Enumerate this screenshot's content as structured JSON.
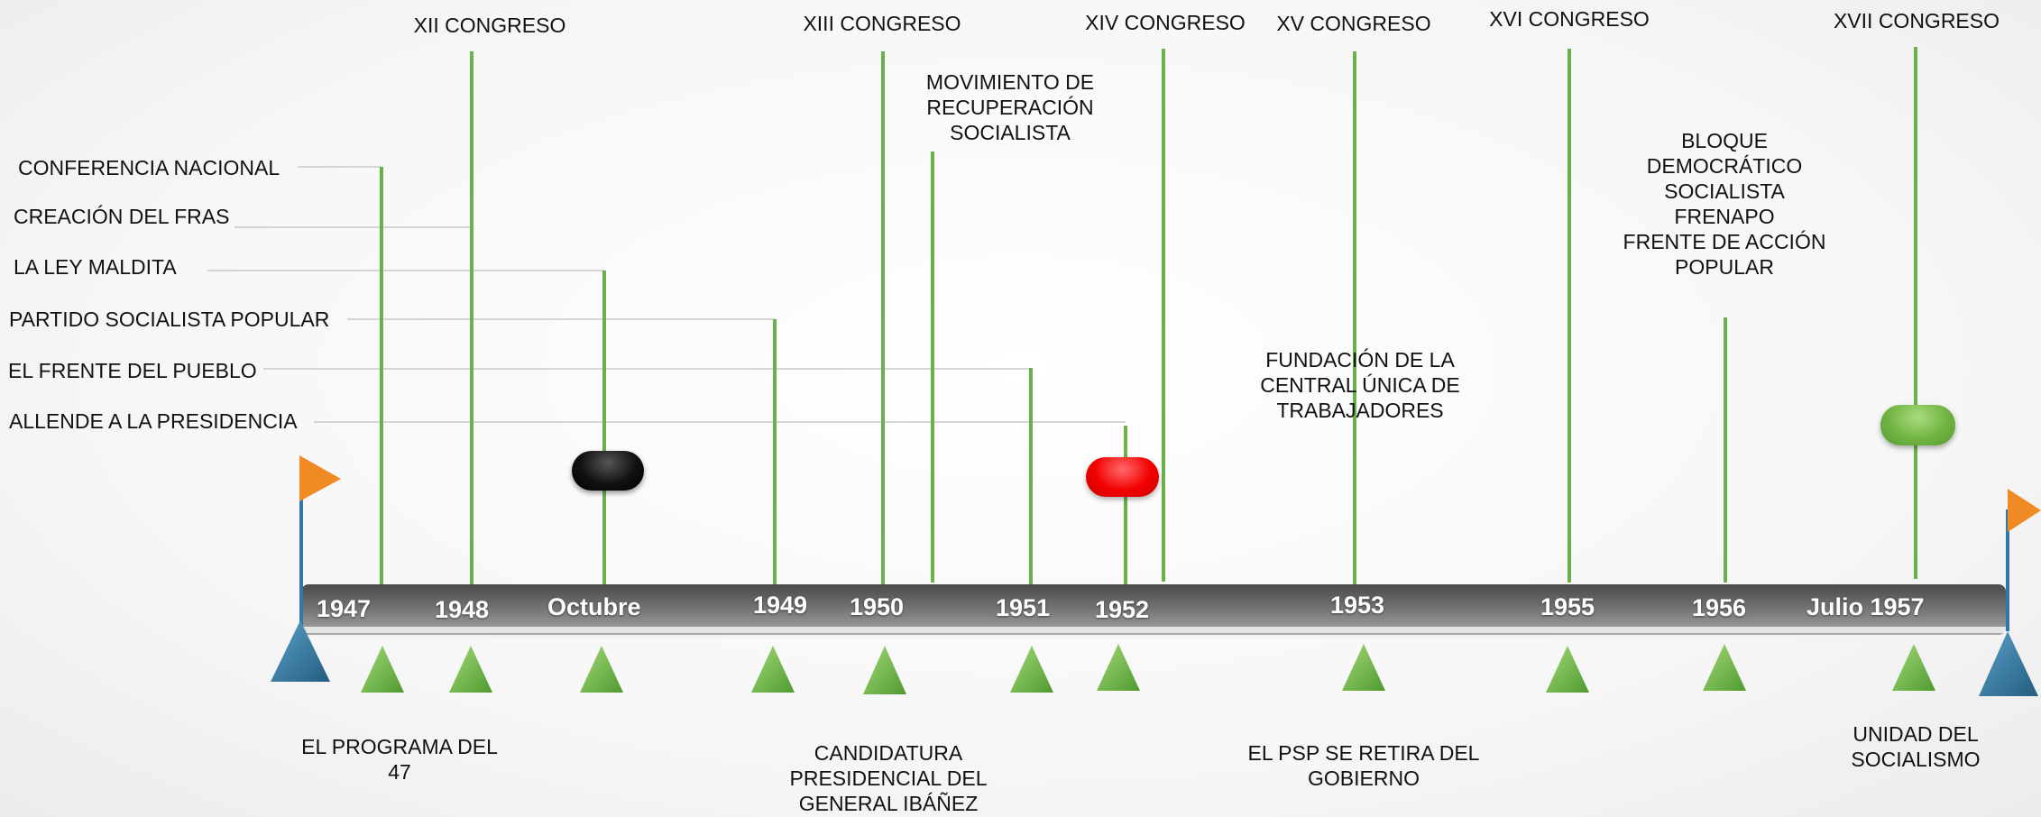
{
  "colors": {
    "stem": "#6ab04c",
    "bar_dark": "#5a5a5a",
    "bar_light": "#9a9a9a",
    "flag_orange": "#f08a24",
    "flag_pole": "#2f78a8",
    "triangle_blue": "#2e6f96",
    "triangle_green": "#6db84a"
  },
  "years": {
    "y1947": "1947",
    "y1948": "1948",
    "octubre": "Octubre",
    "y1949": "1949",
    "y1950": "1950",
    "y1951": "1951",
    "y1952": "1952",
    "y1953": "1953",
    "y1955": "1955",
    "y1956": "1956",
    "julio1957": "Julio 1957"
  },
  "left_events": {
    "conferencia": "CONFERENCIA NACIONAL",
    "fras": "CREACIÓN DEL FRAS",
    "ley": "LA LEY MALDITA",
    "psp": "PARTIDO SOCIALISTA POPULAR",
    "frente": "EL FRENTE DEL PUEBLO",
    "allende": "ALLENDE A LA PRESIDENCIA"
  },
  "top_events": {
    "xii": "XII CONGRESO",
    "xiii": "XIII CONGRESO",
    "xiv": "XIV CONGRESO",
    "xv": "XV CONGRESO",
    "xvi": "XVI CONGRESO",
    "xvii": "XVII CONGRESO",
    "movimiento": "MOVIMIENTO DE\nRECUPERACIÓN\nSOCIALISTA",
    "fundacion": "FUNDACIÓN DE LA\nCENTRAL ÚNICA DE\nTRABAJADORES",
    "bloque": "BLOQUE\nDEMOCRÁTICO\nSOCIALISTA\nFRENAPO\nFRENTE DE ACCIÓN\nPOPULAR"
  },
  "bottom_events": {
    "programa": "EL PROGRAMA DEL\n47",
    "candidatura": "CANDIDATURA\nPRESIDENCIAL DEL\nGENERAL IBÁÑEZ",
    "retira": "EL PSP SE RETIRA DEL\nGOBIERNO",
    "unidad": "UNIDAD DEL\nSOCIALISMO"
  }
}
